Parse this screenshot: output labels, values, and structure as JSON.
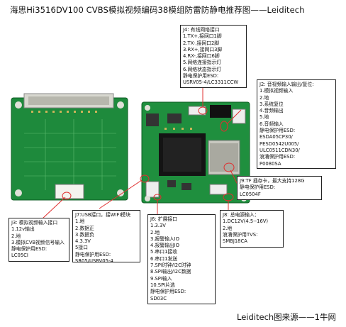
{
  "title": "海思Hi3516DV100 CVBS模拟视频编码38模组防雷防静电推荐图——Leiditech",
  "footer": "Leiditech图来源——1牛网",
  "boxes": {
    "j4": [
      "J4: 有线网络接口",
      "1.TX+,接网口1脚",
      "2.TX-,接网口2脚",
      "3.RX+,接网口3脚",
      "4.RX-,接网口6脚",
      "5.网络连接指示灯",
      "6.网络状态指示灯",
      "静电保护用ESD:",
      "USRV05-4/LC3311CCW"
    ],
    "j2": [
      "J2: 音视频输入输出/复位:",
      "1.模拟视频输入",
      "2.地",
      "3.系统复位",
      "4.音频输出",
      "5.地",
      "6.音频输入",
      "静电保护用ESD:",
      "ESDA05CP30/",
      "PESD0542U005/",
      "ULC0511CDN30/",
      "浪涌保护用ESD:",
      "P0080SA"
    ],
    "j9": [
      "J9:TF 插存卡，最大支持128G",
      "静电保护用ESD:",
      "LC0504F"
    ],
    "j3": [
      "J3: 模拟视频输入接口",
      "1.12v输出",
      "2.地",
      "3.模拟CVB视频信号输入",
      "静电保护用ESD:",
      "LC05CI"
    ],
    "j7": [
      "J7:USB接口，接WIFI模块",
      "1.地",
      "2.数据正",
      "3.数据负",
      "4.3.3V",
      "5接口",
      "静电保护用ESD:",
      "SR05/USRV05-4"
    ],
    "j6": [
      "J6: 扩展接口",
      "1.3.3V",
      "2.地",
      "3.报警输入IO",
      "4.报警输出IO",
      "5.串口1接收",
      "6.串口1发送",
      "7.SPI时钟/I2C时钟",
      "8.SPI输出/I2C数据",
      "9.SPI输入",
      "10.SPI片选",
      "静电保护用ESD:",
      "SD03C"
    ],
    "j8": [
      "J8: 总电源输入：",
      "1.DC12V(4.5--16V)",
      "2.地",
      "浪涌保护用TVS:",
      "SMBJ18CA"
    ]
  }
}
